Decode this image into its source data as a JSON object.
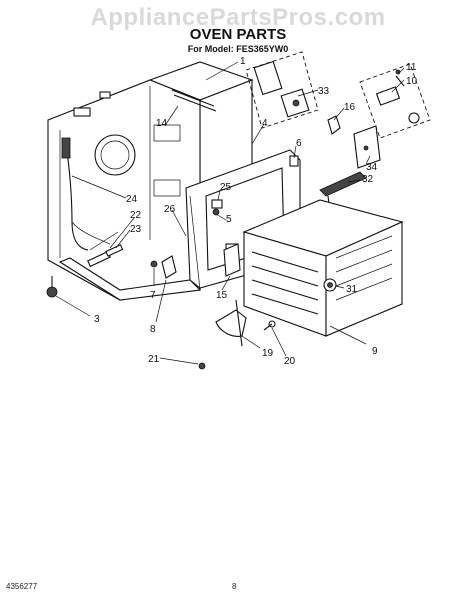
{
  "watermark": "AppliancePartsPros.com",
  "title": "OVEN PARTS",
  "subtitle": "For Model: FES365YW0",
  "footer": {
    "left": "4356277",
    "page": "8"
  },
  "callouts": [
    "1",
    "33",
    "11",
    "10",
    "16",
    "14",
    "4",
    "6",
    "34",
    "25",
    "32",
    "24",
    "22",
    "26",
    "5",
    "23",
    "31",
    "7",
    "15",
    "8",
    "3",
    "9",
    "19",
    "20",
    "21"
  ]
}
